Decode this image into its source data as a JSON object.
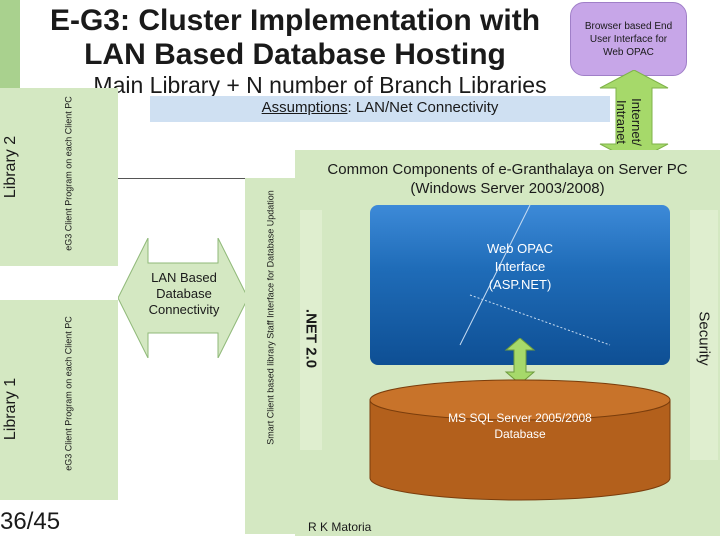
{
  "title_line1": "E-G3: Cluster Implementation with",
  "title_line2": "LAN Based Database Hosting",
  "subtitle": "Main Library + N number of Branch Libraries",
  "assumptions_label": "Assumptions",
  "assumptions_text": ": LAN/Net Connectivity",
  "browser_box": "Browser based End User Interface for Web OPAC",
  "internet_label_1": "Internet/",
  "internet_label_2": "Intranet",
  "library2": {
    "name": "Library 2",
    "program": "eG3 Client Program on each Client PC"
  },
  "library1": {
    "name": "Library 1",
    "program": "eG3 Client Program on each Client PC"
  },
  "lan_connectivity": "LAN Based Database Connectivity",
  "smart_client": "Smart Client based library Staff Interface for Database Updation",
  "common_components_1": "Common Components of e-Granthalaya on Server PC",
  "common_components_2": "(Windows Server 2003/2008)",
  "net": ".NET 2.0",
  "security": "Security",
  "web_opac_1": "Web OPAC",
  "web_opac_2": "Interface",
  "web_opac_3": "(ASP.NET)",
  "db_1": "MS SQL Server 2005/2008",
  "db_2": "Database",
  "page_number": "36/45",
  "author": "R K Matoria",
  "colors": {
    "panel_green": "#d4e8c2",
    "arrow_green": "#a6d96a",
    "browser_purple": "#c7a6e8",
    "database_brown": "#b3601c",
    "web_blue": "#1f6cb8",
    "title_bar": "#a9d18e"
  }
}
